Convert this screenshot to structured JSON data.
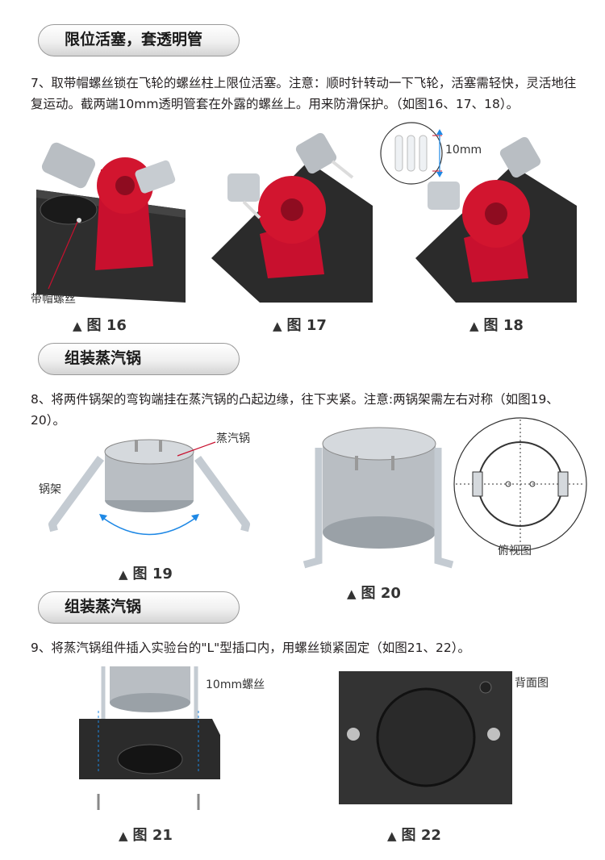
{
  "sections": [
    {
      "title": "限位活塞，套透明管",
      "text": "7、取带帽螺丝锁在飞轮的螺丝柱上限位活塞。注意：顺时针转动一下飞轮，活塞需轻快，灵活地往复运动。截两端10mm透明管套在外露的螺丝上。用来防滑保护。（如图16、17、18）。"
    },
    {
      "title": "组装蒸汽锅",
      "text": "8、将两件锅架的弯钩端挂在蒸汽锅的凸起边缘，往下夹紧。注意:两锅架需左右对称（如图19、20）。"
    },
    {
      "title": "组装蒸汽锅",
      "text": "9、将蒸汽锅组件插入实验台的\"L\"型插口内，用螺丝锁紧固定（如图21、22）。"
    }
  ],
  "captions": {
    "fig16": "图 16",
    "fig17": "图 17",
    "fig18": "图 18",
    "fig19": "图 19",
    "fig20": "图 20",
    "fig21": "图 21",
    "fig22": "图 22"
  },
  "labels": {
    "cap_screw": "带帽螺丝",
    "tube_length": "10mm",
    "boiler": "蒸汽锅",
    "bracket": "锅架",
    "top_view": "俯视图",
    "screw_10mm": "10mm螺丝",
    "back_view": "背面图"
  },
  "colors": {
    "engine_red": "#c8102e",
    "base_dark": "#2b2b2b",
    "boiler_steel": "#b9bec3",
    "arrow_blue": "#1e88e5"
  },
  "icons": [
    "triangle-bullet"
  ]
}
